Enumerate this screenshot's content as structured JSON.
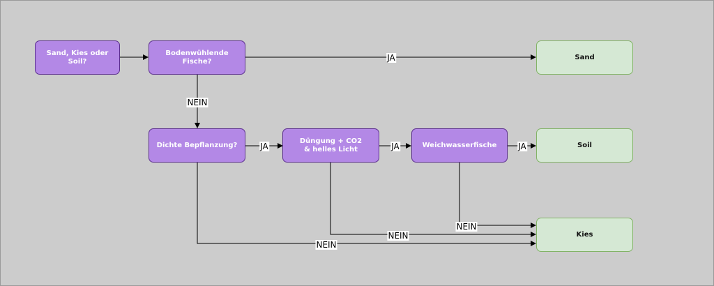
{
  "nodes": {
    "start": "Sand, Kies oder Soil?",
    "bodenwuehlend": "Bodenwühlende Fische?",
    "bepflanzung": "Dichte Bepflanzung?",
    "duengung_line1": "Düngung + CO2",
    "duengung_line2": "& helles Licht",
    "weichwasser": "Weichwasserfische",
    "sand": "Sand",
    "soil": "Soil",
    "kies": "Kies"
  },
  "edge_labels": {
    "boden_to_sand": "JA",
    "boden_to_bepflanzung": "NEIN",
    "bepflanzung_to_duengung": "JA",
    "duengung_to_weichwasser": "JA",
    "weichwasser_to_soil": "JA",
    "weichwasser_to_kies": "NEIN",
    "duengung_to_kies": "NEIN",
    "bepflanzung_to_kies": "NEIN"
  },
  "colors": {
    "decision_fill": "#b388e6",
    "decision_border": "#5c2f8f",
    "outcome_fill": "#d5e8d4",
    "outcome_border": "#82b366",
    "background": "#cccccc"
  }
}
